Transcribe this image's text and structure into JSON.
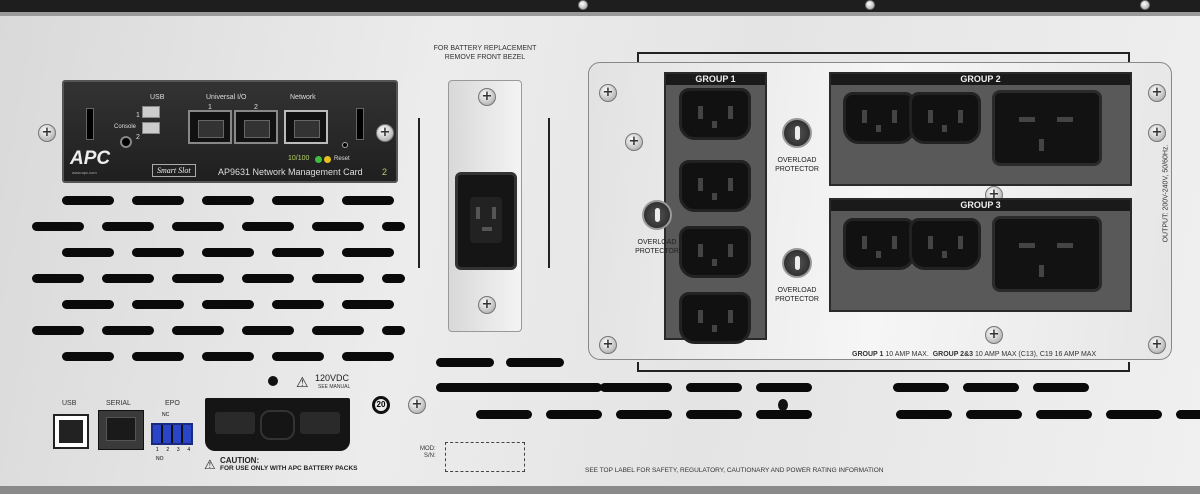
{
  "nmc": {
    "brand": "APC",
    "brand_sub": "www.apc.com",
    "usb_label": "USB",
    "usb_port_1": "1",
    "usb_port_2": "2",
    "console_label": "Console",
    "universal_io_label": "Universal I/O",
    "uio_1": "1",
    "uio_2": "2",
    "network_label": "Network",
    "speed_label": "10/100",
    "reset_label": "Reset",
    "smartslot_label": "Smart Slot",
    "model_label": "AP9631 Network Management Card",
    "model_suffix": "2"
  },
  "battery_note": {
    "line1": "FOR BATTERY REPLACEMENT",
    "line2": "REMOVE FRONT BEZEL"
  },
  "outlets": {
    "group1_label": "GROUP 1",
    "group2_label": "GROUP 2",
    "group3_label": "GROUP 3",
    "overload_label_line1": "OVERLOAD",
    "overload_label_line2": "PROTECTOR",
    "output_rating": "OUTPUT: 200V-240V, 50/60Hz.",
    "rating_g1_bold": "GROUP 1",
    "rating_g1": "10 AMP MAX.",
    "rating_g23_bold": "GROUP 2&3",
    "rating_g23": "10 AMP MAX (C13), C19 16 AMP MAX"
  },
  "bottom": {
    "usb_label": "USB",
    "serial_label": "SERIAL",
    "epo_label": "EPO",
    "epo_nc": "NC",
    "epo_no": "NO",
    "epo_pins": [
      "1",
      "2",
      "3",
      "4"
    ],
    "voltage": "120VDC",
    "see_manual": "SEE MANUAL",
    "caution_title": "CAUTION:",
    "caution_text": "FOR USE ONLY WITH APC BATTERY PACKS",
    "recycle_number": "20",
    "mod_label": "MOD:",
    "sn_label": "S/N:",
    "footer": "SEE TOP LABEL FOR SAFETY, REGULATORY, CAUTIONARY AND POWER RATING INFORMATION"
  },
  "colors": {
    "panel": "#e6e6e6",
    "dark": "#1a1a1a",
    "epo_blue": "#2b45c8",
    "led_green": "#3fbf3f",
    "led_yellow": "#e8c020"
  }
}
